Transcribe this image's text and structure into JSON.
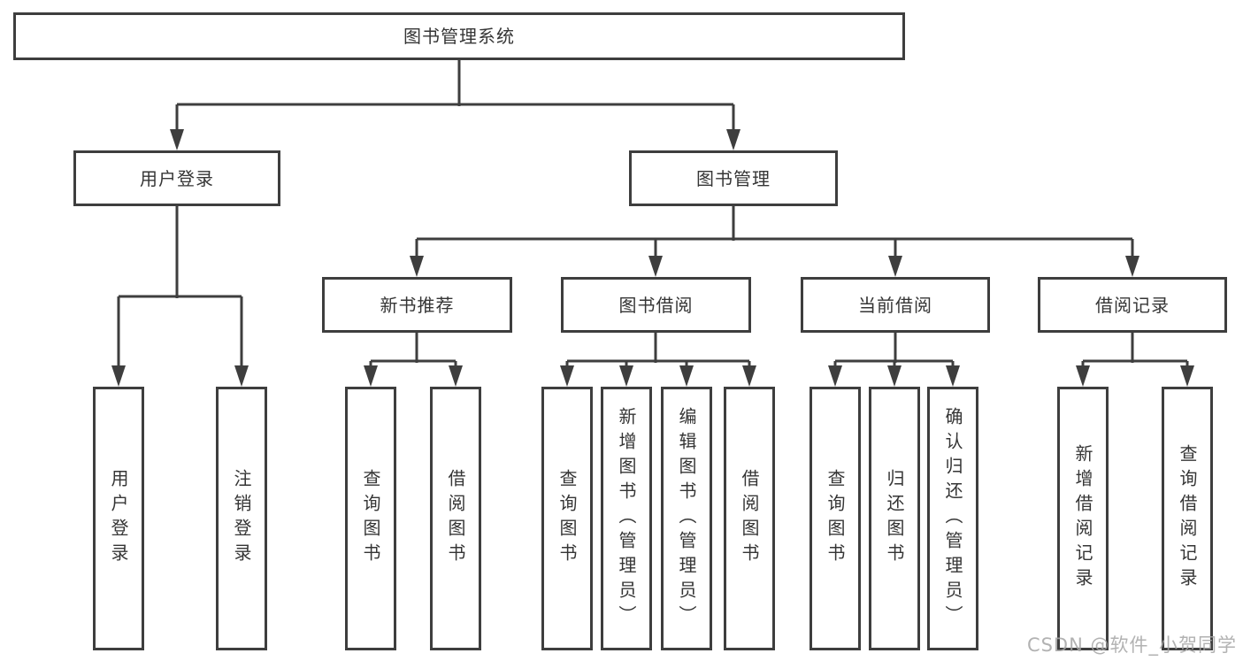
{
  "diagram": {
    "root_label": "图书管理系统",
    "branches": [
      {
        "label": "用户登录",
        "children": [
          "用户登录",
          "注销登录"
        ]
      },
      {
        "label": "图书管理",
        "sections": [
          {
            "label": "新书推荐",
            "children": [
              "查询图书",
              "借阅图书"
            ]
          },
          {
            "label": "图书借阅",
            "children": [
              "查询图书",
              "新增图书（管理员）",
              "编辑图书（管理员）",
              "借阅图书"
            ]
          },
          {
            "label": "当前借阅",
            "children": [
              "查询图书",
              "归还图书",
              "确认归还（管理员）"
            ]
          },
          {
            "label": "借阅记录",
            "children": [
              "新增借阅记录",
              "查询借阅记录"
            ]
          }
        ]
      }
    ]
  },
  "watermark": {
    "text": "CSDN @软件_小贺同学",
    "color": "#a5a5a5"
  },
  "colors": {
    "box_border": "#3e3e3e",
    "connector_line": "#3e3e3e",
    "text": "#353535",
    "background": "#ffffff"
  }
}
